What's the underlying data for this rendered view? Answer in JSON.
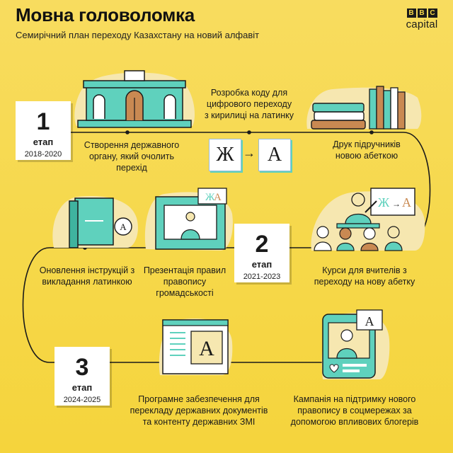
{
  "header": {
    "title": "Мовна головоломка",
    "subtitle": "Семирічний план переходу Казахстану на новий алфавіт"
  },
  "logo": {
    "bbc": [
      "B",
      "B",
      "C"
    ],
    "capital": "capital"
  },
  "stages": [
    {
      "number": "1",
      "label": "етап",
      "years": "2018-2020"
    },
    {
      "number": "2",
      "label": "етап",
      "years": "2021-2023"
    },
    {
      "number": "3",
      "label": "етап",
      "years": "2024-2025"
    }
  ],
  "steps": {
    "create_body": "Створення державного органу, який очолить перехід",
    "develop_code": "Розробка коду для цифрового переходу з кирилиці на латинку",
    "print_textbooks": "Друк підручників новою абеткою",
    "update_instructions": "Оновлення інструкцій з викладання латинкою",
    "present_rules": "Презентація правил правопису громадськості",
    "teacher_courses": "Курси для вчителів з переходу на нову абетку",
    "software": "Програмне забезпечення для перекладу державних документів та контенту державних ЗМІ",
    "campaign": "Кампанія на підтримку нового правопису в соцмережах за допомогою впливових блогерів"
  },
  "glyphs": {
    "cyrillic": "Ж",
    "latin": "A",
    "arrow": "→",
    "latin_sign": "A"
  },
  "colors": {
    "background": "#f6d84a",
    "teal": "#5fd1bd",
    "dark": "#1a1a1a",
    "paper": "#ffffff",
    "brown": "#c98952",
    "cream": "#f6e7b0"
  }
}
